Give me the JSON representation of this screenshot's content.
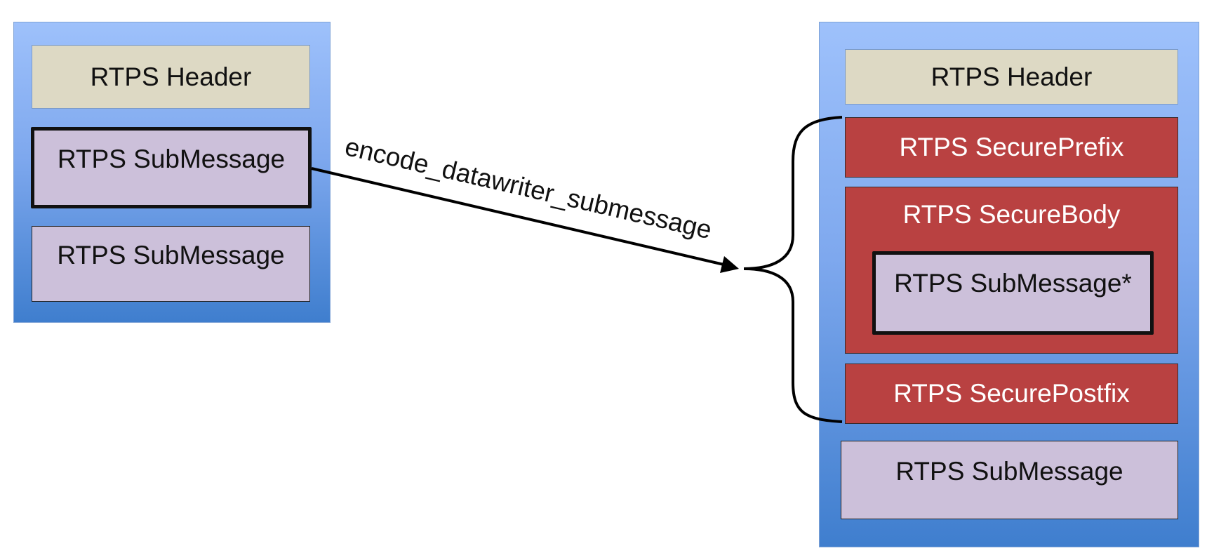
{
  "left_packet": {
    "header": "RTPS Header",
    "submessages": [
      "RTPS SubMessage",
      "RTPS SubMessage"
    ]
  },
  "transform": {
    "label": "encode_datawriter_submessage"
  },
  "right_packet": {
    "header": "RTPS Header",
    "secure_prefix": "RTPS SecurePrefix",
    "secure_body": "RTPS SecureBody",
    "secure_body_inner": "RTPS SubMessage*",
    "secure_postfix": "RTPS SecurePostfix",
    "submessage": "RTPS SubMessage"
  },
  "colors": {
    "header_fill": "#ddd9c4",
    "submessage_fill": "#ccc0da",
    "secure_fill": "#b94141",
    "packet_gradient_top": "#9ec1fb",
    "packet_gradient_bottom": "#3f7ece"
  }
}
